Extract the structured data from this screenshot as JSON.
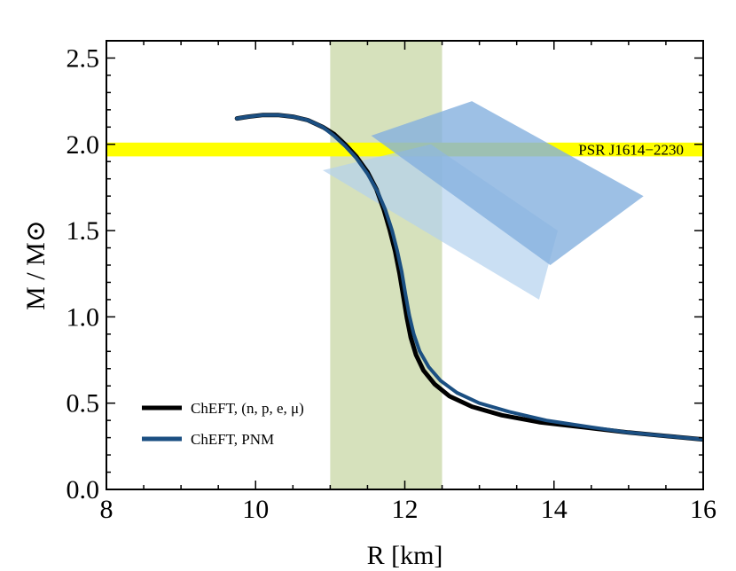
{
  "chart_data": {
    "type": "line",
    "xlabel": "R [km]",
    "ylabel": "M / M⊙",
    "xlim": [
      8,
      16
    ],
    "ylim": [
      0,
      2.6
    ],
    "x_ticks": [
      {
        "value": 8,
        "label": "8"
      },
      {
        "value": 10,
        "label": "10"
      },
      {
        "value": 12,
        "label": "12"
      },
      {
        "value": 14,
        "label": "14"
      },
      {
        "value": 16,
        "label": "16"
      }
    ],
    "y_ticks": [
      {
        "value": 0.0,
        "label": "0.0"
      },
      {
        "value": 0.5,
        "label": "0.5"
      },
      {
        "value": 1.0,
        "label": "1.0"
      },
      {
        "value": 1.5,
        "label": "1.5"
      },
      {
        "value": 2.0,
        "label": "2.0"
      },
      {
        "value": 2.5,
        "label": "2.5"
      }
    ],
    "grid": false,
    "legend_position": "bottom-left",
    "series": [
      {
        "name": "ChEFT, (n,  p,  e,  μ)",
        "color": "#000000",
        "x": [
          9.75,
          9.9,
          10.1,
          10.3,
          10.5,
          10.7,
          10.9,
          11.05,
          11.2,
          11.35,
          11.5,
          11.62,
          11.72,
          11.8,
          11.87,
          11.93,
          11.98,
          12.03,
          12.08,
          12.15,
          12.25,
          12.4,
          12.6,
          12.9,
          13.3,
          13.8,
          14.4,
          15.0,
          15.5,
          16.0
        ],
        "y": [
          2.15,
          2.16,
          2.17,
          2.17,
          2.16,
          2.14,
          2.1,
          2.06,
          2.0,
          1.93,
          1.84,
          1.74,
          1.62,
          1.5,
          1.38,
          1.25,
          1.12,
          0.99,
          0.88,
          0.78,
          0.69,
          0.61,
          0.54,
          0.48,
          0.43,
          0.39,
          0.36,
          0.33,
          0.31,
          0.29
        ]
      },
      {
        "name": "ChEFT, PNM",
        "color": "#1b4f82",
        "x": [
          9.75,
          9.9,
          10.1,
          10.3,
          10.5,
          10.7,
          10.9,
          11.05,
          11.2,
          11.35,
          11.5,
          11.63,
          11.74,
          11.83,
          11.9,
          11.96,
          12.01,
          12.06,
          12.12,
          12.2,
          12.32,
          12.48,
          12.7,
          13.0,
          13.4,
          13.9,
          14.5,
          15.0,
          15.5,
          16.0
        ],
        "y": [
          2.15,
          2.16,
          2.17,
          2.17,
          2.16,
          2.14,
          2.1,
          2.05,
          1.99,
          1.92,
          1.83,
          1.73,
          1.62,
          1.5,
          1.38,
          1.26,
          1.13,
          1.01,
          0.9,
          0.8,
          0.71,
          0.63,
          0.56,
          0.5,
          0.45,
          0.4,
          0.36,
          0.33,
          0.31,
          0.29
        ]
      }
    ],
    "bands": [
      {
        "kind": "vertical",
        "x_range": [
          11.0,
          12.5
        ],
        "color": "#cfdcb0",
        "opacity": 0.85
      },
      {
        "kind": "horizontal",
        "y_range": [
          1.93,
          2.01
        ],
        "color": "#ffff00",
        "opacity": 1.0,
        "label": "PSR J1614−2230"
      }
    ],
    "regions": [
      {
        "color": "#b4d2ee",
        "opacity": 0.7,
        "points": [
          [
            10.9,
            1.85
          ],
          [
            12.35,
            2.0
          ],
          [
            14.05,
            1.5
          ],
          [
            13.8,
            1.1
          ]
        ]
      },
      {
        "color": "#84b0de",
        "opacity": 0.8,
        "points": [
          [
            11.55,
            2.05
          ],
          [
            12.9,
            2.25
          ],
          [
            15.2,
            1.7
          ],
          [
            13.95,
            1.3
          ]
        ]
      }
    ]
  }
}
